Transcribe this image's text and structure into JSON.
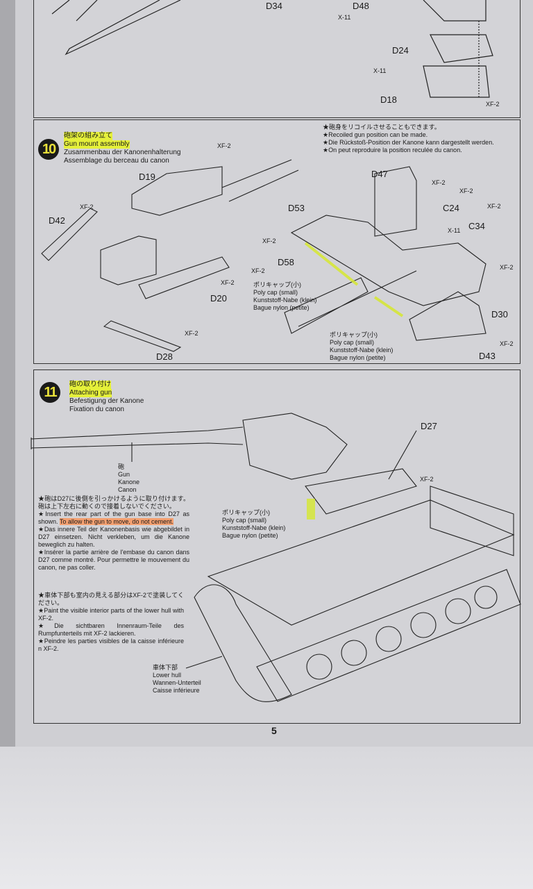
{
  "page_number": "5",
  "top_panel": {
    "parts": [
      "D34",
      "D48",
      "D24",
      "D18"
    ],
    "paint_labels": [
      "X-11",
      "X-11",
      "XF-2"
    ]
  },
  "step10": {
    "number": "10",
    "title_jp": "砲架の組み立て",
    "title_en": "Gun mount assembly",
    "title_de": "Zusammenbau der Kanonenhalterung",
    "title_fr": "Assemblage du berceau du canon",
    "notes": [
      "★砲身をリコイルさせることもできます。",
      "★Recoiled gun position can be made.",
      "★Die Rückstoß-Position der Kanone kann dargestellt werden.",
      "★On peut reproduire la position reculée du canon."
    ],
    "parts": [
      "D19",
      "D42",
      "D20",
      "D28",
      "D47",
      "D53",
      "C24",
      "C34",
      "D58",
      "D30",
      "D43"
    ],
    "paint": {
      "xf2": "XF-2",
      "x11": "X-11"
    },
    "polycap": [
      "ポリキャップ(小)",
      "Poly cap (small)",
      "Kunststoff-Nabe (klein)",
      "Bague nylon (petite)"
    ]
  },
  "step11": {
    "number": "11",
    "title_jp": "砲の取り付け",
    "title_en": "Attaching gun",
    "title_de": "Befestigung der Kanone",
    "title_fr": "Fixation du canon",
    "gun_label": [
      "砲",
      "Gun",
      "Kanone",
      "Canon"
    ],
    "part_d27": "D27",
    "paint": "XF-2",
    "polycap": [
      "ポリキャップ(小)",
      "Poly cap (small)",
      "Kunststoff-Nabe (klein)",
      "Bague nylon (petite)"
    ],
    "note1_jp": "★砲はD27に後側を引っかけるように取り付けます。砲は上下左右に動くので接着しないでください。",
    "note1_en_a": "★Insert the rear part of the gun base into D27 as shown.",
    "note1_en_b": "To allow the gun to move, do not cement.",
    "note1_de": "★Das innere Teil der Kanonenbasis wie abgebildet in D27 einsetzen. Nicht verkleben, um die Kanone beweglich zu halten.",
    "note1_fr": "★Insérer la partie arrière de l'embase du canon dans D27 comme montré. Pour permettre le mouvement du canon, ne pas coller.",
    "note2_jp": "★車体下部も室内の見える部分はXF-2で塗装してください。",
    "note2_en": "★Paint the visible interior parts of the lower hull with XF-2.",
    "note2_de": "★Die sichtbaren Innenraum-Teile des Rumpfunterteils mit XF-2 lackieren.",
    "note2_fr": "★Peindre les parties visibles de la caisse inférieure n XF-2.",
    "hull_label": [
      "車体下部",
      "Lower hull",
      "Wannen-Unterteil",
      "Caisse inférieure"
    ]
  }
}
